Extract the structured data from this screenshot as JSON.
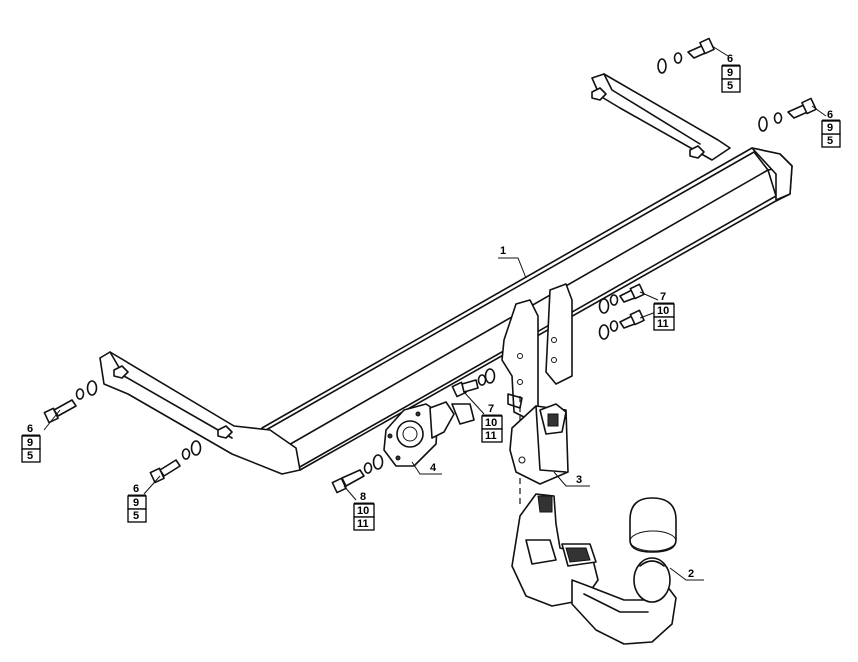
{
  "callouts": {
    "c1": "1",
    "c2": "2",
    "c3": "3",
    "c4": "4"
  },
  "stacks": {
    "s_top_right_a": [
      "6",
      "9",
      "5"
    ],
    "s_top_right_b": [
      "6",
      "9",
      "5"
    ],
    "s_mid_right": [
      "7",
      "10",
      "11"
    ],
    "s_mid_center": [
      "7",
      "10",
      "11"
    ],
    "s_left_a": [
      "6",
      "9",
      "5"
    ],
    "s_left_b": [
      "6",
      "9",
      "5"
    ],
    "s_bottom": [
      "8",
      "10",
      "11"
    ]
  }
}
